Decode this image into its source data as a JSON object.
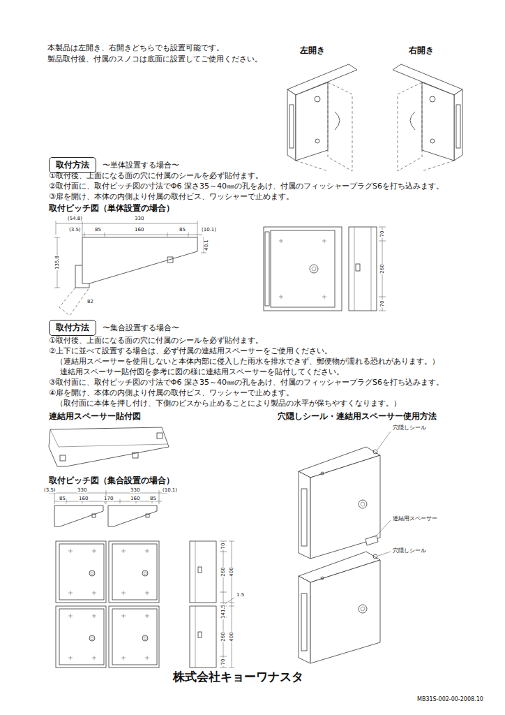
{
  "diagram": {
    "nodes": [
      {
        "text": [
          "取付方法",
          "〜単体設置する場合〜"
        ]
      },
      {
        "text": [
          "取付方法",
          "〜集合設置する場合〜"
        ]
      }
    ],
    "labels": [
      "本製品は左開き、右開きどちらでも設置可能です。",
      "製品取付後、付属のスノコは底面に設置してご使用ください。",
      "左開き",
      "右開き",
      "①取付後、上面になる面の穴に付属のシールを必ず貼付ます。",
      "②取付面に、取付ピッチ図の寸法でΦ6 深さ35～40㎜の孔をあけ、付属のフィッシャープラグS6を打ち込みます。",
      "③扉を開け、本体の内側より付属の取付ビス、ワッシャーで止めます。",
      "取付ピッチ図（単体設置の場合）",
      "(54.8)",
      "330",
      "(3.5)",
      "85",
      "160",
      "85",
      "(10.1)",
      "40.1",
      "135.8",
      "82",
      "70",
      "260",
      "70",
      "①取付後、上面になる面の穴に付属のシールを必ず貼付ます。",
      "②上下に並べて設置する場合は、必ず付属の連結用スペーサーをご使用ください。",
      "（連結用スペーサーを使用しないと本体内部に侵入した雨水を排水できず、郵便物が濡れる恐れがあります。）",
      "連結用スペーサー貼付図を参考に図の様に連結用スペーサーを貼付してください。",
      "③取付面に、取付ピッチ図の寸法でΦ6 深さ35～40㎜の孔をあけ、付属のフィッシャープラグS6を打ち込みます。",
      "④扉を開け、本体の内側より付属の取付ビス、ワッシャーで止めます。",
      "（取付面に本体を押し付け、下側のビスから止めることにより製品の水平が保ちやすくなります。）",
      "連結用スペーサー貼付図",
      "穴隠しシール・連結用スペーサー使用方法",
      "穴隠しシール",
      "連結用スペーサー",
      "穴隠しシール",
      "取付ピッチ図（集合設置の場合）",
      "(3.5)",
      "330",
      "330",
      "(10.1)",
      "85",
      "160",
      "170",
      "160",
      "85",
      "70",
      "260",
      "400",
      "141.5",
      "1.5",
      "260",
      "400",
      "70",
      "株式会社キョーワナスタ",
      "MB31S-002-00-2008.10"
    ]
  }
}
